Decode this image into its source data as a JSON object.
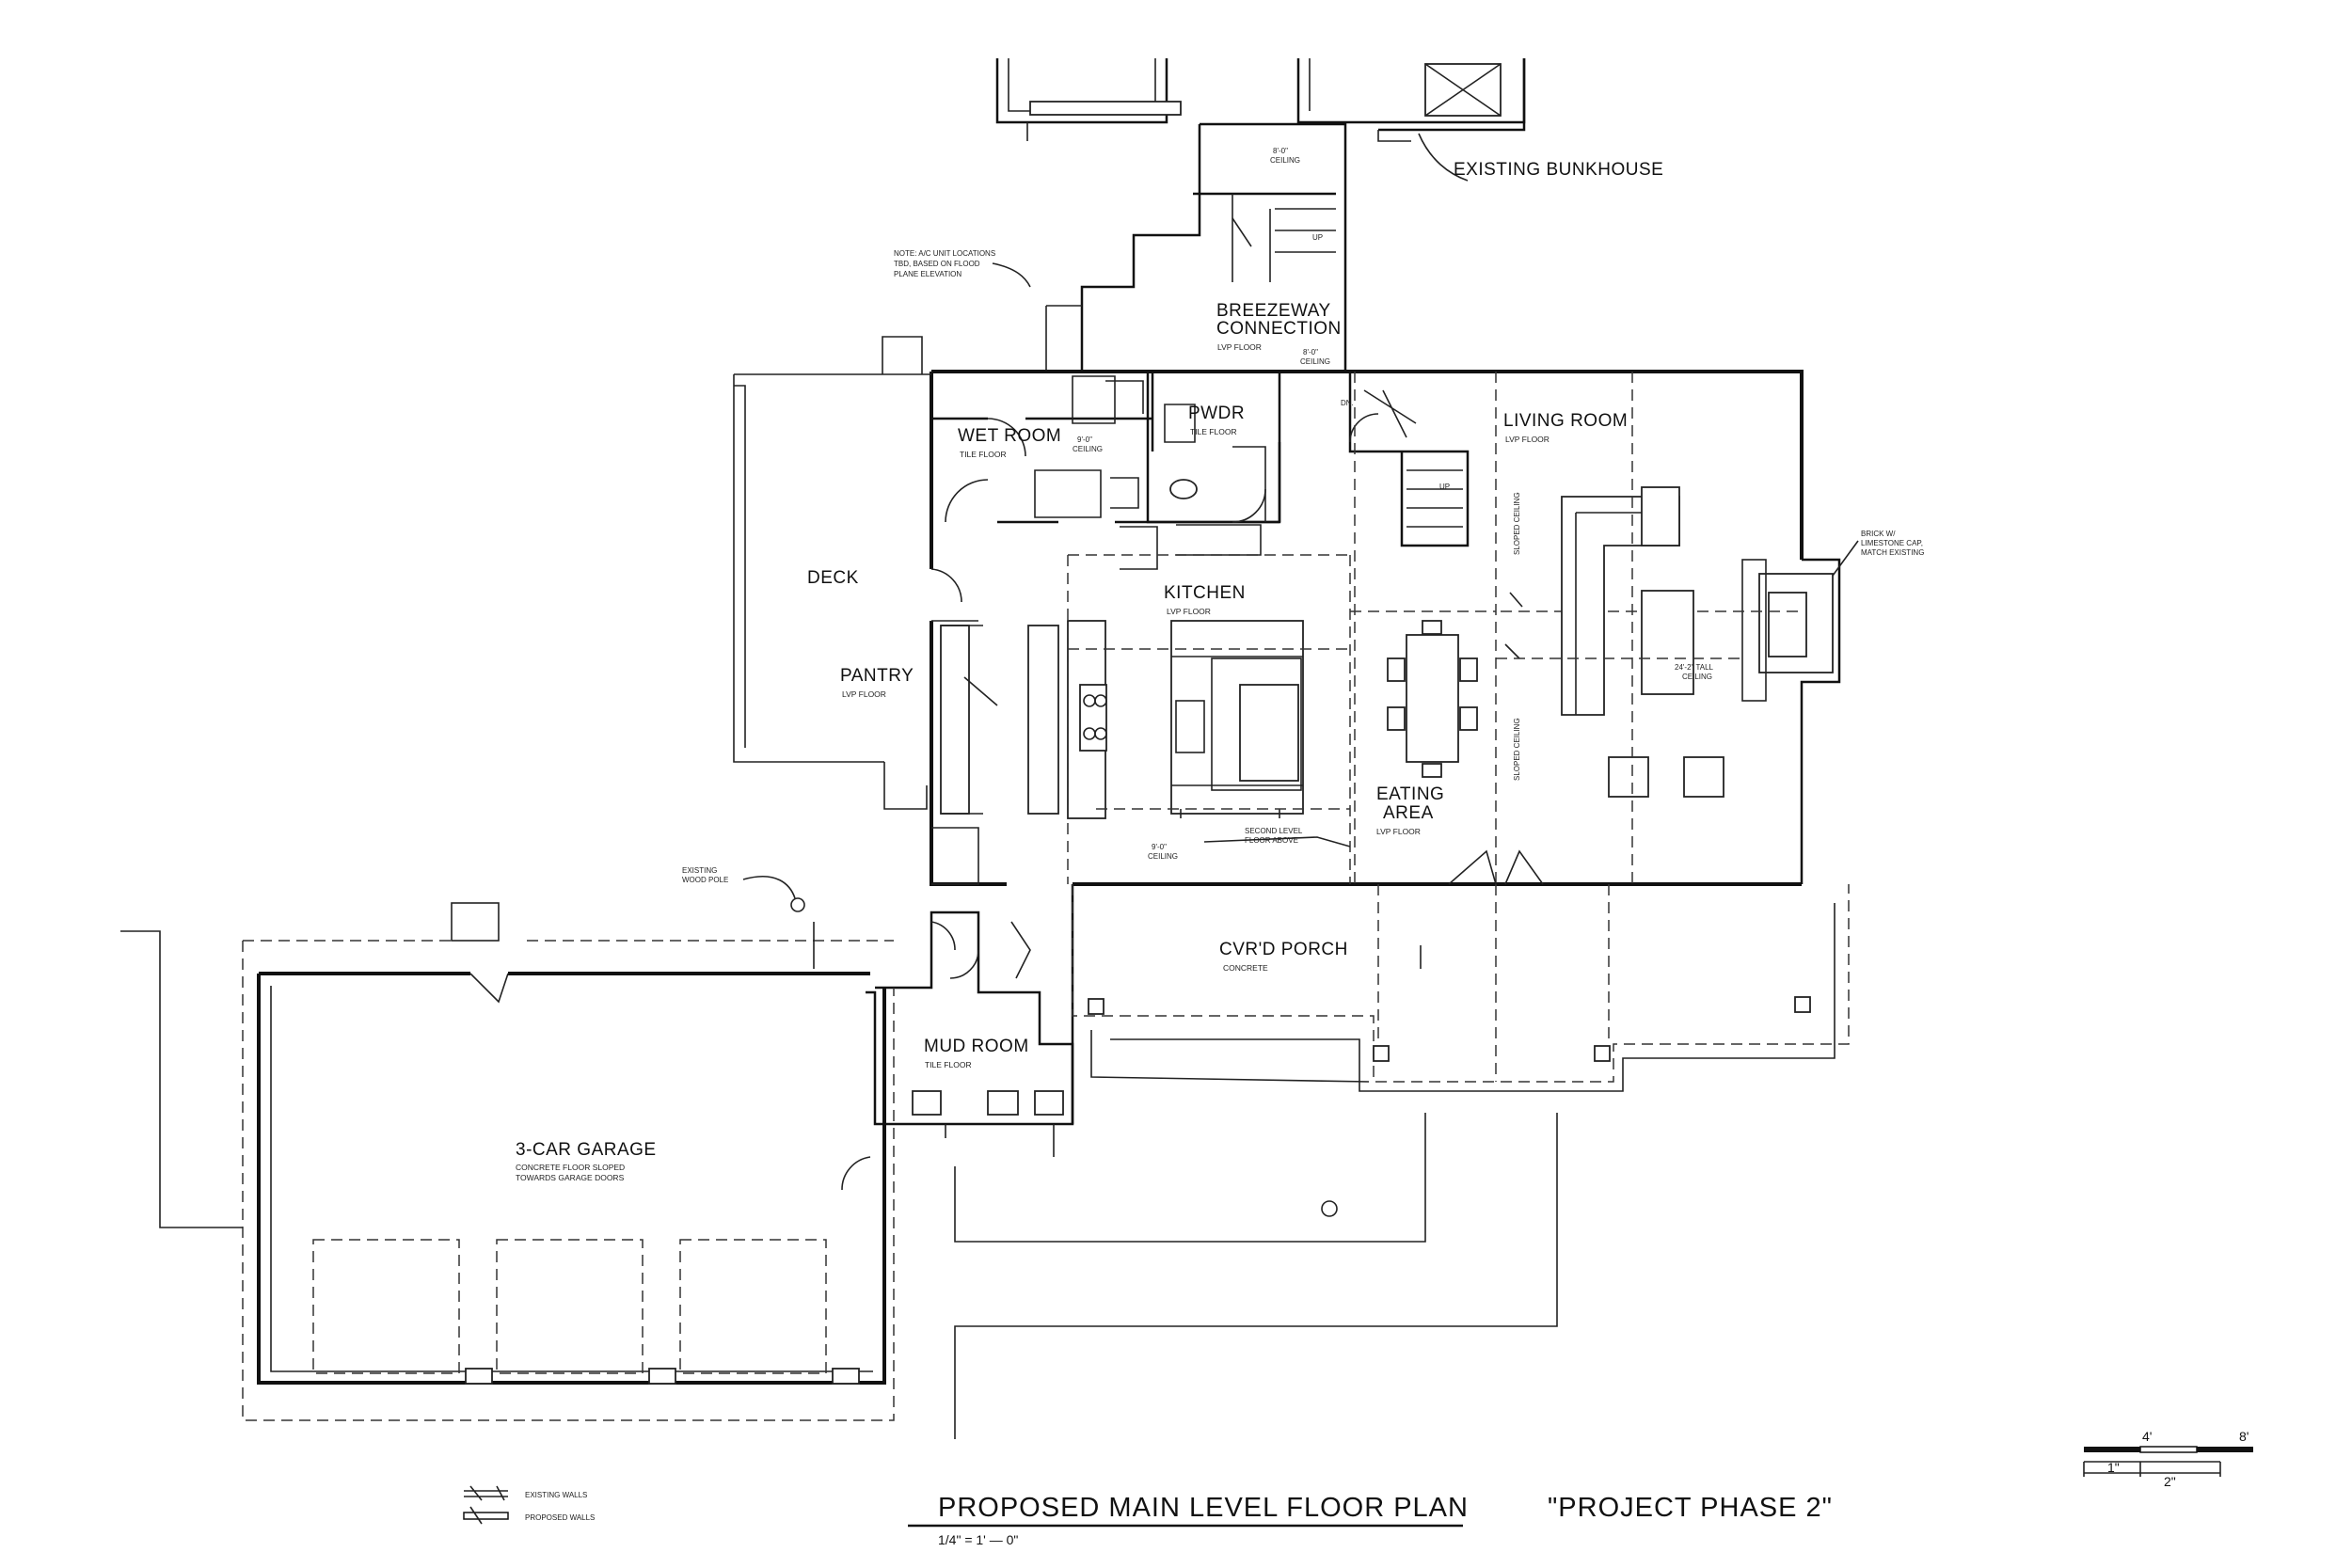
{
  "title": "PROPOSED MAIN LEVEL FLOOR PLAN",
  "scale_note": "1/4\" = 1' — 0\"",
  "phase": "\"PROJECT PHASE 2\"",
  "rooms": {
    "existing_bunkhouse": "EXISTING BUNKHOUSE",
    "breezeway_1": "BREEZEWAY",
    "breezeway_2": "CONNECTION",
    "breezeway_floor": "LVP FLOOR",
    "wet_room": "WET ROOM",
    "wet_room_floor": "TILE FLOOR",
    "pwdr": "PWDR",
    "pwdr_floor": "TILE FLOOR",
    "living_room": "LIVING ROOM",
    "living_floor": "LVP FLOOR",
    "deck": "DECK",
    "kitchen": "KITCHEN",
    "kitchen_floor": "LVP FLOOR",
    "pantry": "PANTRY",
    "pantry_floor": "LVP FLOOR",
    "eating_1": "EATING",
    "eating_2": "AREA",
    "eating_floor": "LVP FLOOR",
    "porch": "CVR'D PORCH",
    "porch_floor": "CONCRETE",
    "mud_room": "MUD ROOM",
    "mud_floor": "TILE FLOOR",
    "garage": "3-CAR GARAGE",
    "garage_note_1": "CONCRETE FLOOR SLOPED",
    "garage_note_2": "TOWARDS GARAGE DOORS"
  },
  "notes": {
    "ac_1": "NOTE: A/C UNIT LOCATIONS",
    "ac_2": "TBD, BASED ON FLOOD",
    "ac_3": "PLANE ELEVATION",
    "ceil_8_a": "8'-0\"",
    "ceil_8_b": "CEILING",
    "ceil_8c_a": "8'-0\"",
    "ceil_8c_b": "CEILING",
    "ceil_9_a": "9'-0\"",
    "ceil_9_b": "CEILING",
    "ceil_9k_a": "9'-0\"",
    "ceil_9k_b": "CEILING",
    "tall_a": "24'-2\" TALL",
    "tall_b": "CEILING",
    "dn": "DN.",
    "up": "UP",
    "brick_1": "BRICK W/",
    "brick_2": "LIMESTONE CAP,",
    "brick_3": "MATCH EXISTING",
    "sloped_a": "SLOPED CEILING",
    "sloped_b": "SLOPED CEILING",
    "second_1": "SECOND LEVEL",
    "second_2": "FLOOR ABOVE",
    "pole_1": "EXISTING",
    "pole_2": "WOOD POLE"
  },
  "legend": {
    "existing": "EXISTING WALLS",
    "proposed": "PROPOSED WALLS"
  },
  "bar_scale": {
    "t4": "4'",
    "t8": "8'",
    "b1": "1\"",
    "b2": "2\""
  }
}
